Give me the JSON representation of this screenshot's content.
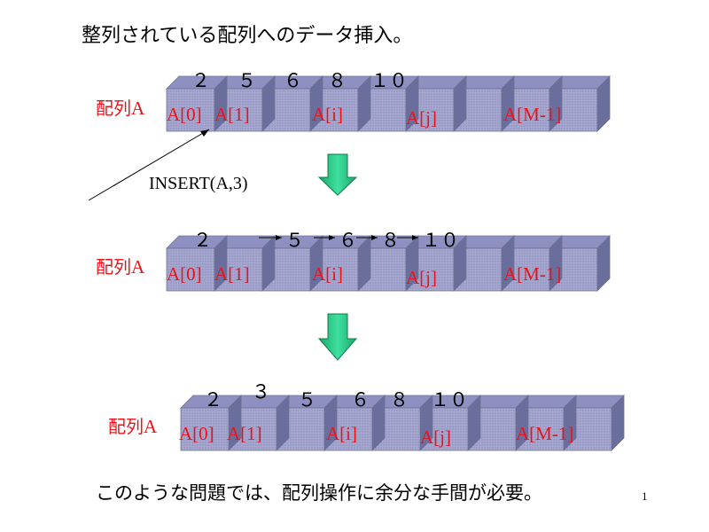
{
  "title": "整列されている配列へのデータ挿入。",
  "footer": "このような問題では、配列操作に余分な手間が必要。",
  "page_number": "1",
  "insert_call": "INSERT(A,3)",
  "array_label_kanji": "配列",
  "array_label_letter": "A",
  "index_labels": [
    "A[0]",
    "A[1]",
    "A[i]",
    "A[j]",
    "A[M-1]"
  ],
  "rows": [
    {
      "values": [
        "２",
        "５",
        "６",
        "８",
        "１０"
      ]
    },
    {
      "values": [
        "２",
        "５",
        "６",
        "８",
        "１０"
      ]
    },
    {
      "values": [
        "２",
        "３",
        "５",
        "６",
        "８",
        "１０"
      ]
    }
  ],
  "colors": {
    "index_text": "#e8141a",
    "cube_face": "#9a9cc8",
    "arrow_fill": "#1fbf7a"
  }
}
